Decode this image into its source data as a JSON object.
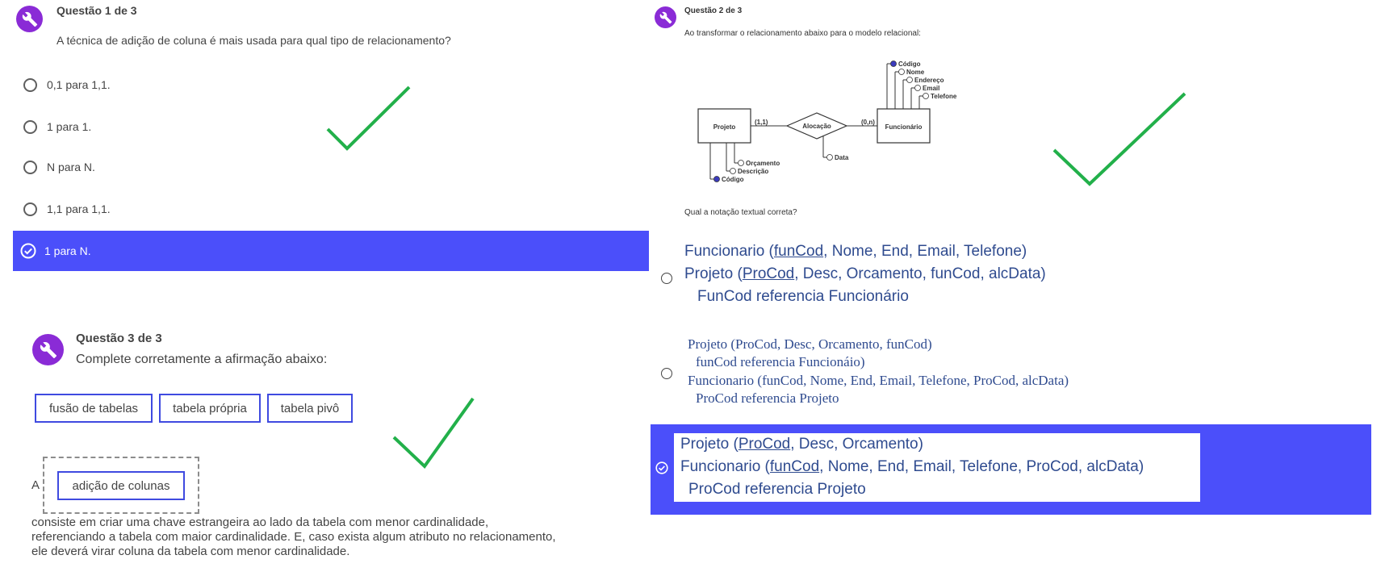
{
  "q1": {
    "title": "Questão 1 de 3",
    "question": "A técnica de adição de coluna é mais usada para qual tipo de relacionamento?",
    "options": [
      {
        "label": "0,1 para 1,1.",
        "selected": false
      },
      {
        "label": "1 para 1.",
        "selected": false
      },
      {
        "label": "N para N.",
        "selected": false
      },
      {
        "label": "1,1 para 1,1.",
        "selected": false
      },
      {
        "label": "1 para N.",
        "selected": true
      }
    ]
  },
  "q2": {
    "title": "Questão 2 de 3",
    "prompt": "Ao transformar o relacionamento abaixo para o modelo relacional:",
    "question": "Qual a notação textual correta?",
    "erd": {
      "entity_left": "Projeto",
      "entity_right": "Funcionário",
      "relationship": "Alocação",
      "card_left": "(1,1)",
      "card_right": "(0,n)",
      "rel_attr": "Data",
      "right_attrs": [
        "Código",
        "Nome",
        "Endereço",
        "Email",
        "Telefone"
      ],
      "left_attrs": [
        "Orçamento",
        "Descrição",
        "Código"
      ]
    },
    "options": [
      {
        "lines": [
          {
            "pre": "Funcionario (",
            "key": "funCod",
            "post": ", Nome, End, Email, Telefone)"
          },
          {
            "pre": "Projeto (",
            "key": "ProCod",
            "post": ", Desc, Orcamento, funCod, alcData)"
          },
          {
            "pre": "FunCod referencia Funcionário",
            "key": "",
            "post": ""
          }
        ],
        "selected": false
      },
      {
        "lines": [
          {
            "pre": "Projeto (ProCod, Desc, Orcamento, funCod)",
            "key": "",
            "post": ""
          },
          {
            "pre": "funCod referencia Funcionáio)",
            "key": "",
            "post": ""
          },
          {
            "pre": "Funcionario (funCod, Nome, End, Email, Telefone, ProCod, alcData)",
            "key": "",
            "post": ""
          },
          {
            "pre": "ProCod referencia Projeto",
            "key": "",
            "post": ""
          }
        ],
        "selected": false
      },
      {
        "lines": [
          {
            "pre": "Projeto (",
            "key": "ProCod",
            "post": ", Desc, Orcamento)"
          },
          {
            "pre": "Funcionario (",
            "key": "funCod",
            "post": ", Nome, End, Email, Telefone, ProCod, alcData)"
          },
          {
            "pre": "ProCod referencia Projeto",
            "key": "",
            "post": ""
          }
        ],
        "selected": true
      }
    ]
  },
  "q3": {
    "title": "Questão 3 de 3",
    "question": "Complete corretamente a afirmação abaixo:",
    "chips": [
      "fusão de tabelas",
      "tabela própria",
      "tabela pivô"
    ],
    "sentence_start": "A",
    "answer": "adição de colunas",
    "sentence_rest": [
      "consiste em criar uma chave estrangeira ao lado da tabela com menor cardinalidade,",
      "referenciando a tabela com maior cardinalidade. E, caso exista algum atributo no relacionamento,",
      "ele deverá virar coluna da tabela com menor cardinalidade."
    ]
  },
  "colors": {
    "accent": "#4b4ffa",
    "icon_purple": "#8a2bd6",
    "checkmark_green": "#22b04a",
    "chip_border": "#3f4ae0"
  },
  "icons": {
    "question": "wrench-icon",
    "selected": "check-circle-icon",
    "correct": "checkmark-icon"
  }
}
